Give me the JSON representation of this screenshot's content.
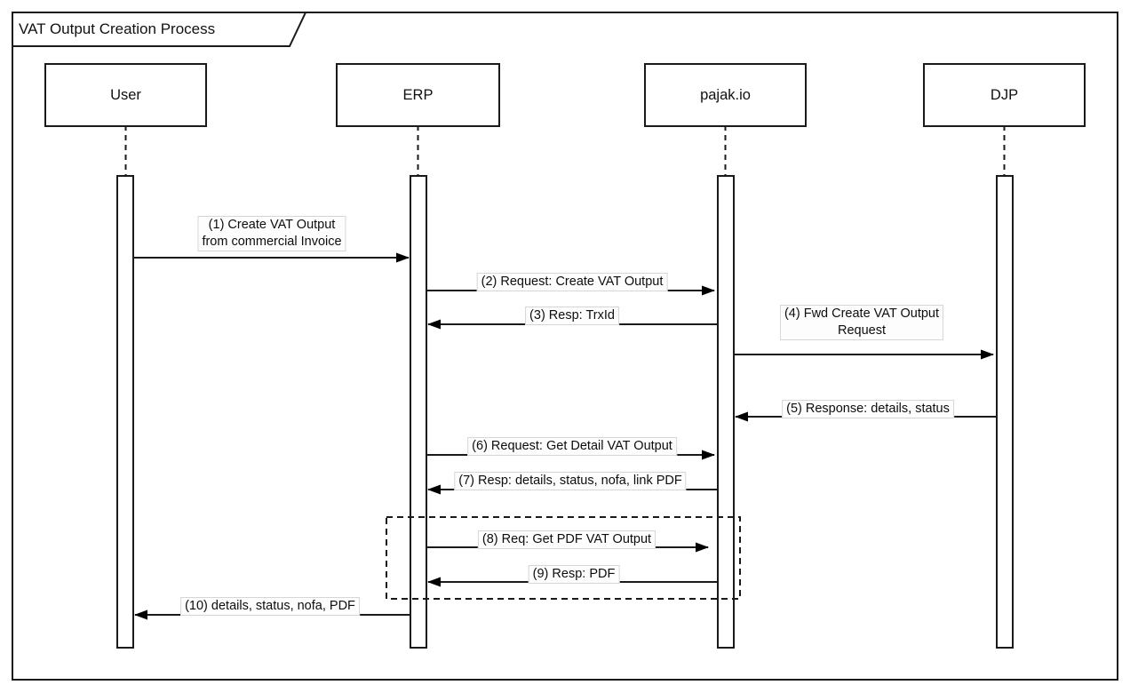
{
  "diagram": {
    "title": "VAT Output Creation Process",
    "type": "sequence-diagram"
  },
  "participants": [
    {
      "name": "User"
    },
    {
      "name": "ERP"
    },
    {
      "name": "pajak.io"
    },
    {
      "name": "DJP"
    }
  ],
  "messages": [
    {
      "num": 1,
      "label": "(1) Create VAT Output\nfrom commercial Invoice",
      "from": "User",
      "to": "ERP"
    },
    {
      "num": 2,
      "label": "(2) Request: Create VAT Output",
      "from": "ERP",
      "to": "pajak.io"
    },
    {
      "num": 3,
      "label": "(3) Resp: TrxId",
      "from": "pajak.io",
      "to": "ERP"
    },
    {
      "num": 4,
      "label": "(4) Fwd Create VAT Output\nRequest",
      "from": "pajak.io",
      "to": "DJP"
    },
    {
      "num": 5,
      "label": "(5) Response: details, status",
      "from": "DJP",
      "to": "pajak.io"
    },
    {
      "num": 6,
      "label": "(6) Request: Get Detail VAT Output",
      "from": "ERP",
      "to": "pajak.io"
    },
    {
      "num": 7,
      "label": "(7) Resp: details, status, nofa, link PDF",
      "from": "pajak.io",
      "to": "ERP"
    },
    {
      "num": 8,
      "label": "(8) Req: Get PDF VAT Output",
      "from": "ERP",
      "to": "pajak.io"
    },
    {
      "num": 9,
      "label": "(9) Resp: PDF",
      "from": "pajak.io",
      "to": "ERP"
    },
    {
      "num": 10,
      "label": "(10) details, status, nofa, PDF",
      "from": "ERP",
      "to": "User"
    }
  ],
  "fragment": {
    "contains_messages": [
      8,
      9
    ],
    "style": "dashed"
  },
  "colors": {
    "stroke": "#000000",
    "background": "#ffffff",
    "label_background": "#fdfdfd",
    "label_border": "#d6d6d6"
  }
}
